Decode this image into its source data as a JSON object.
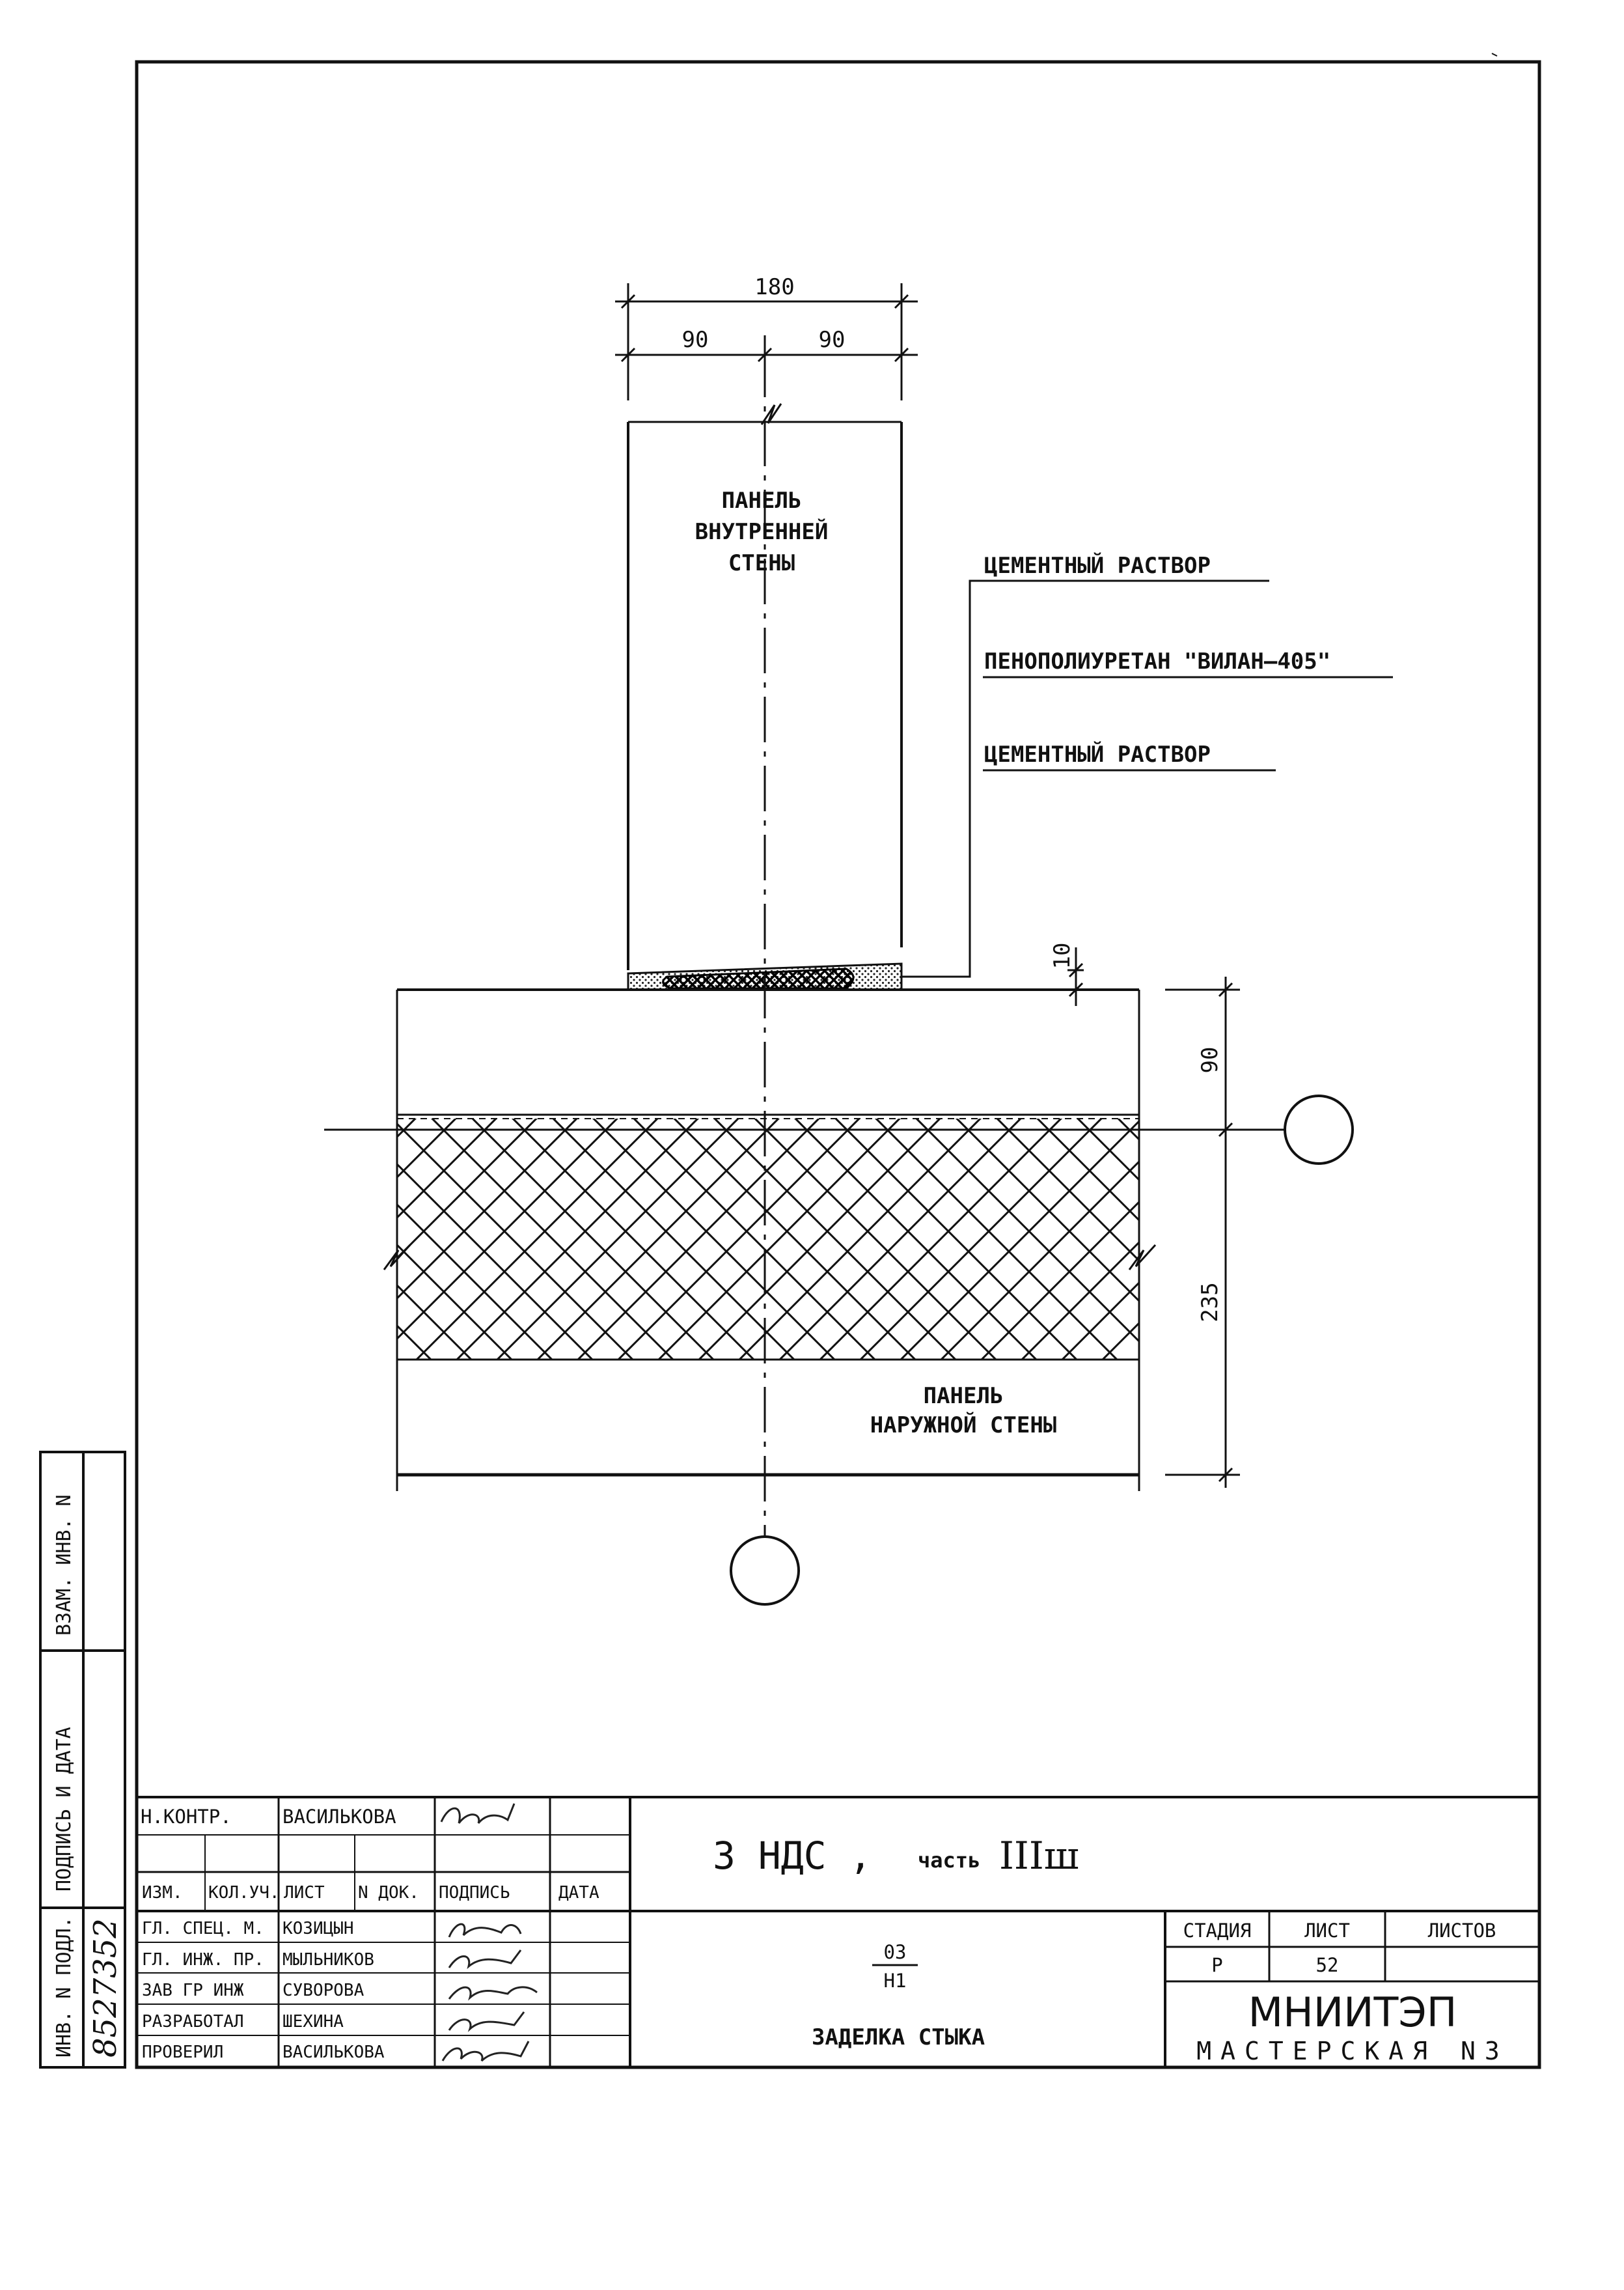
{
  "drawing": {
    "dimensions": {
      "panel_width": "180",
      "half_left": "90",
      "half_right": "90",
      "joint_gap": "10",
      "outer_layer": "90",
      "insulation": "235"
    },
    "panel_inner_label": [
      "ПАНЕЛЬ",
      "ВНУТРЕННЕЙ",
      "СТЕНЫ"
    ],
    "panel_outer_label": [
      "ПАНЕЛЬ",
      "НАРУЖНОЙ СТЕНЫ"
    ],
    "callouts": [
      "ЦЕМЕНТНЫЙ РАСТВОР",
      "ПЕНОПОЛИУРЕТАН \"ВИЛАН–405\"",
      "ЦЕМЕНТНЫЙ РАСТВОР"
    ]
  },
  "title_block": {
    "project": "3 НДС ,",
    "part_label": "часть",
    "part_value": "IIIш",
    "doc_code_top": "03",
    "doc_code_bottom": "Н1",
    "sheet_title": "ЗАДЕЛКА СТЫКА",
    "stage_header": "СТАДИЯ",
    "sheet_header": "ЛИСТ",
    "sheets_header": "ЛИСТОВ",
    "stage_value": "Р",
    "sheet_value": "52",
    "sheets_value": "",
    "organization": "МНИИТЭП",
    "workshop": "МАСТЕРСКАЯ N3",
    "norm_control_role": "Н.КОНТР.",
    "norm_control_name": "ВАСИЛЬКОВА",
    "columns": [
      "ИЗМ.",
      "КОЛ.УЧ.",
      "ЛИСТ",
      "N ДОК.",
      "ПОДПИСЬ",
      "ДАТА"
    ],
    "signers": [
      {
        "role": "ГЛ. СПЕЦ. М.",
        "name": "КОЗИЦЫН"
      },
      {
        "role": "ГЛ. ИНЖ. ПР.",
        "name": "МЫЛЬНИКОВ"
      },
      {
        "role": "ЗАВ ГР ИНЖ",
        "name": "СУВОРОВА"
      },
      {
        "role": "РАЗРАБОТАЛ",
        "name": "ШЕХИНА"
      },
      {
        "role": "ПРОВЕРИЛ",
        "name": "ВАСИЛЬКОВА"
      }
    ]
  },
  "side_stamp": {
    "replacement": "ВЗАМ. ИНВ. N",
    "signature_date": "ПОДПИСЬ И ДАТА",
    "original_inv": "ИНВ. N ПОДЛ.",
    "inv_number": "8527352"
  }
}
